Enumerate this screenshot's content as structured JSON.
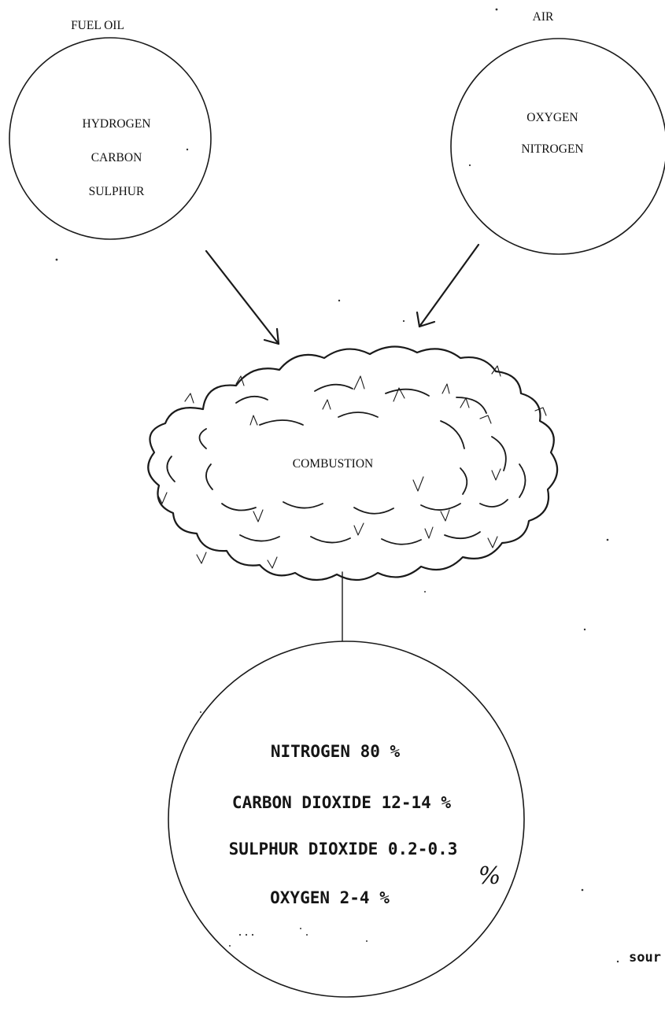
{
  "fuel_oil": {
    "title": "FUEL OIL",
    "components": [
      "HYDROGEN",
      "CARBON",
      "SULPHUR"
    ]
  },
  "air": {
    "title": "AIR",
    "components": [
      "OXYGEN",
      "NITROGEN"
    ]
  },
  "process": {
    "label": "COMBUSTION"
  },
  "products": {
    "lines": [
      "NITROGEN 80 %",
      "CARBON DIOXIDE 12-14 %",
      "SULPHUR DIOXIDE 0.2-0.3",
      "OXYGEN 2-4 %"
    ],
    "trailing_symbol": "%"
  },
  "source_fragment": "sour"
}
